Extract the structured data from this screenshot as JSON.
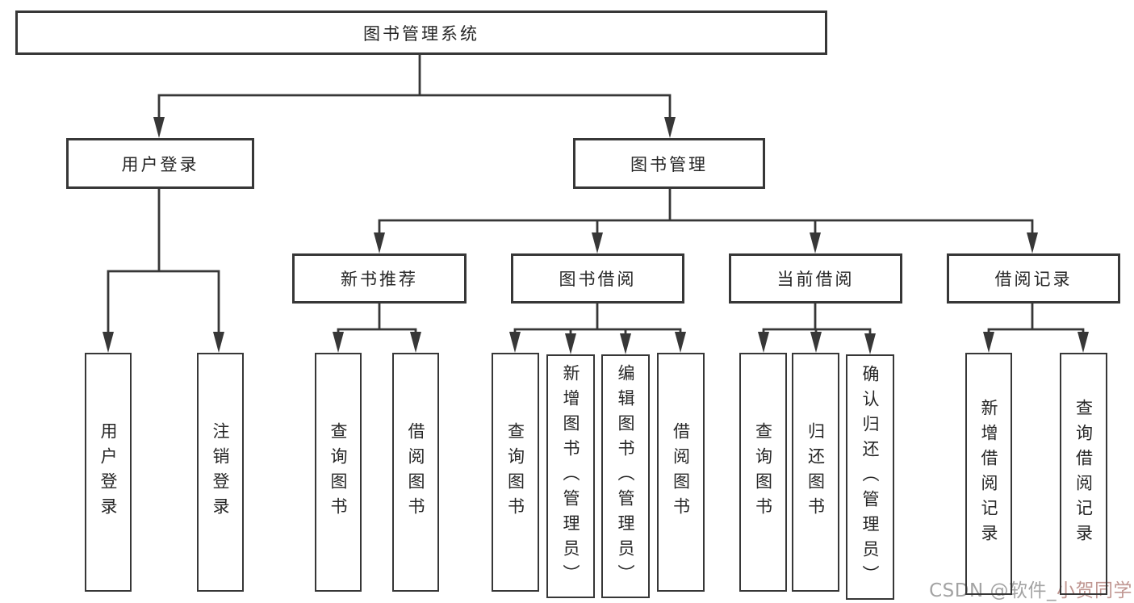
{
  "diagram": {
    "root": {
      "label": "图书管理系统"
    },
    "level2": [
      {
        "id": "user-login",
        "label": "用户登录"
      },
      {
        "id": "book-management",
        "label": "图书管理"
      }
    ],
    "level3": [
      {
        "id": "new-book-recommend",
        "label": "新书推荐"
      },
      {
        "id": "book-borrowing",
        "label": "图书借阅"
      },
      {
        "id": "current-borrowing",
        "label": "当前借阅"
      },
      {
        "id": "borrowing-records",
        "label": "借阅记录"
      }
    ],
    "leaves": {
      "user_login": [
        {
          "label": "用户登录"
        },
        {
          "label": "注销登录"
        }
      ],
      "new_book": [
        {
          "label": "查询图书"
        },
        {
          "label": "借阅图书"
        }
      ],
      "book_borrowing": [
        {
          "label": "查询图书"
        },
        {
          "label": "新增图书（管理员）"
        },
        {
          "label": "编辑图书（管理员）"
        },
        {
          "label": "借阅图书"
        }
      ],
      "current_borrowing": [
        {
          "label": "查询图书"
        },
        {
          "label": "归还图书"
        },
        {
          "label": "确认归还（管理员）"
        }
      ],
      "borrowing_records": [
        {
          "label": "新增借阅记录"
        },
        {
          "label": "查询借阅记录"
        }
      ]
    },
    "colors": {
      "line": "#373737",
      "text": "#262626",
      "background": "#ffffff"
    }
  },
  "watermark": {
    "prefix": "CSDN @软件_",
    "suffix": "小贺同学"
  }
}
